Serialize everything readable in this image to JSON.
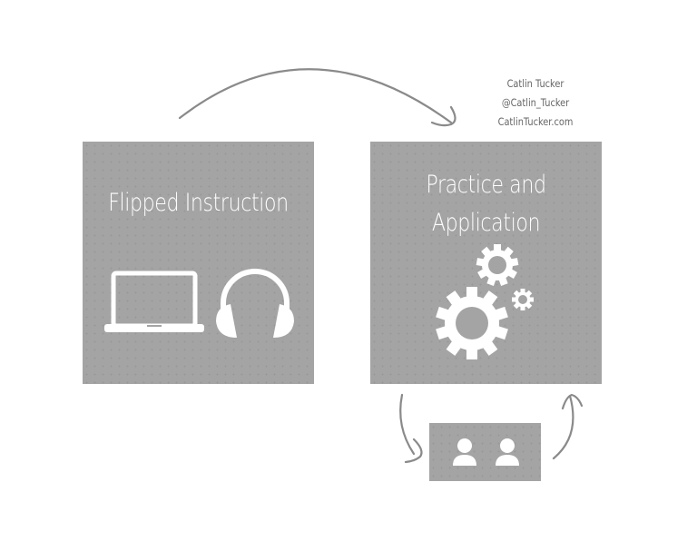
{
  "credits": {
    "name": "Catlin Tucker",
    "handle": "@Catlin_Tucker",
    "website": "CatlinTucker.com"
  },
  "boxes": {
    "flipped": {
      "title": "Flipped Instruction",
      "icons": [
        "laptop-icon",
        "headphones-icon"
      ]
    },
    "practice": {
      "title_line1": "Practice and",
      "title_line2": "Application",
      "icons": [
        "gears-icon"
      ]
    },
    "group": {
      "icons": [
        "person-icon",
        "person-icon"
      ]
    }
  },
  "colors": {
    "box_fill": "#a4a4a4",
    "icon": "#ffffff",
    "arrow": "#8a8a8a",
    "credit_text": "#666666"
  }
}
